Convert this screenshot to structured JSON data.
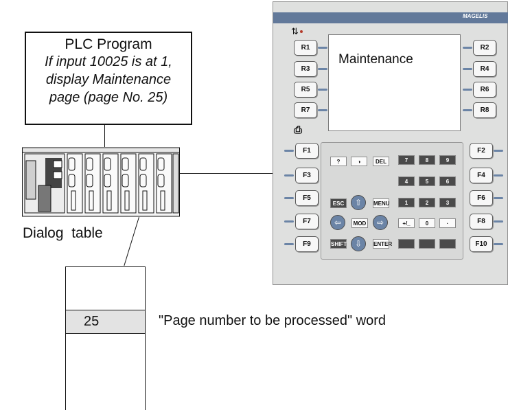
{
  "plc_program": {
    "title": "PLC Program",
    "lines": [
      "If input 10025 is at 1,",
      "display Maintenance",
      "page (page No. 25)"
    ]
  },
  "dialog_table": {
    "caption": "Dialog  table",
    "cell_value": "25",
    "word_label": "\"Page number to be processed\" word"
  },
  "terminal": {
    "brand": "MAGELIS",
    "screen_text": "Maintenance",
    "left_keys": [
      "R1",
      "R3",
      "R5",
      "R7"
    ],
    "right_keys": [
      "R2",
      "R4",
      "R6",
      "R8"
    ],
    "f_left": [
      "F1",
      "F3",
      "F5",
      "F7",
      "F9"
    ],
    "f_right": [
      "F2",
      "F4",
      "F6",
      "F8",
      "F10"
    ],
    "keypad": {
      "help": "?",
      "contrast": "◑",
      "del": "DEL",
      "esc": "ESC",
      "menu": "MENU",
      "mod": "MOD",
      "shift": "SHIFT",
      "enter": "ENTER",
      "sign": "+/_",
      "zero": "0",
      "dot": "·",
      "digits": [
        "7",
        "8",
        "9",
        "4",
        "5",
        "6",
        "1",
        "2",
        "3"
      ]
    },
    "colors": {
      "accent": "#62799a",
      "led": "#b43a2a"
    }
  }
}
